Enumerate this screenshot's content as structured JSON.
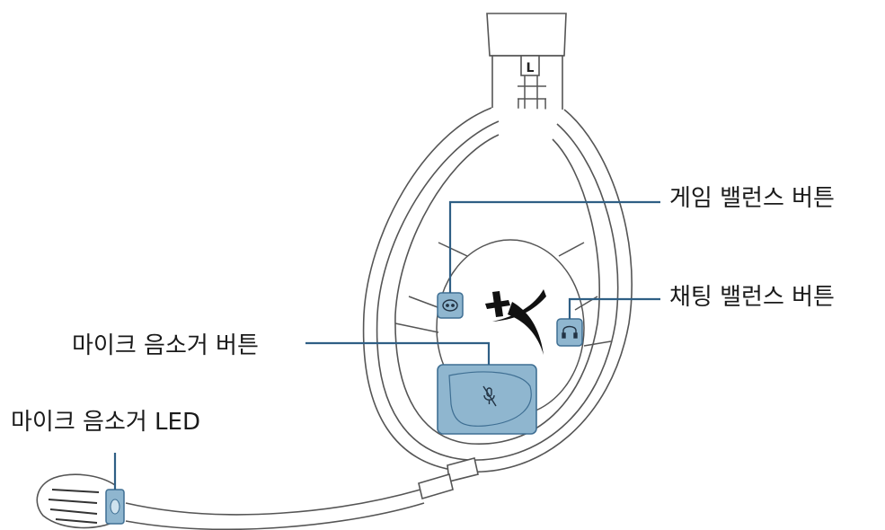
{
  "side_marker": "L",
  "callouts": {
    "game_balance_button": "게임 밸런스 버튼",
    "chat_balance_button": "채팅 밸런스 버튼",
    "mic_mute_button": "마이크 음소거 버튼",
    "mic_mute_led": "마이크 음소거 LED"
  },
  "colors": {
    "line_art": "#555555",
    "callout_line": "#2f5f85",
    "button_fill": "#8fb6cf",
    "button_stroke": "#3f6f93",
    "logo": "#111111"
  }
}
